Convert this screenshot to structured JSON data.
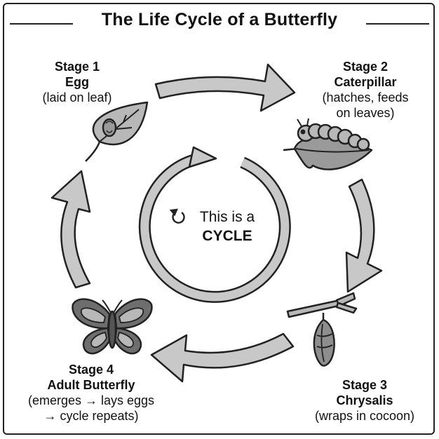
{
  "title": "The Life Cycle of a Butterfly",
  "stages": [
    {
      "stage": "Stage 1",
      "name": "Egg",
      "notes": [
        "(laid on leaf)"
      ]
    },
    {
      "stage": "Stage 2",
      "name": "Caterpillar",
      "notes": [
        "(hatches, feeds",
        "on leaves)"
      ]
    },
    {
      "stage": "Stage 3",
      "name": "Chrysalis",
      "notes": [
        "(wraps in cocoon)"
      ]
    },
    {
      "stage": "Stage 4",
      "name": "Adult Butterfly",
      "notes": [
        "(emerges → lays eggs",
        "→ cycle repeats)"
      ]
    }
  ],
  "center": {
    "line1": "This is a",
    "line2": "CYCLE"
  },
  "colors": {
    "arrow_fill": "#c8c8c8",
    "stroke": "#222222",
    "dark_wing": "#6e6e6e",
    "light_wing": "#b8b8b8"
  },
  "icons": [
    "leaf-egg-icon",
    "caterpillar-icon",
    "chrysalis-icon",
    "butterfly-icon",
    "refresh-icon"
  ]
}
